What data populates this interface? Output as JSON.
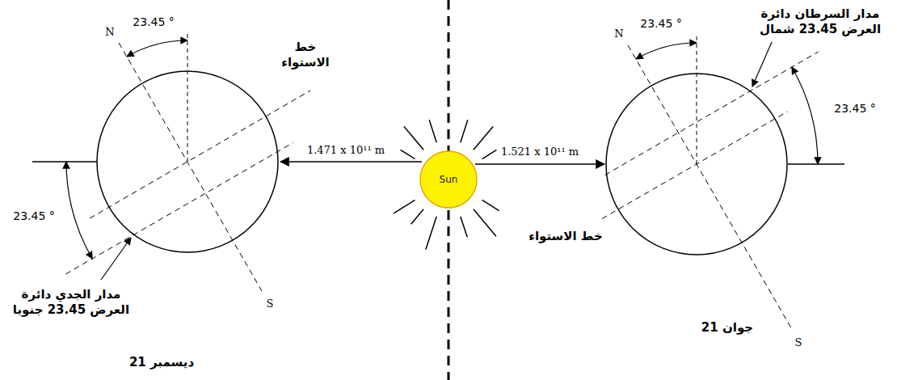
{
  "diagram": {
    "nodes": [
      {
        "text": [
          "Sun"
        ]
      }
    ],
    "labels": [
      "23.45 °",
      "خط الاستواء",
      "N",
      "23.45 °",
      "مدار الجدي دائرة العرض 23.45 جنوبا",
      "S",
      "21 ديسمبر",
      "1.471 x 10¹¹ m",
      "1.521 x 10¹¹ m",
      "مدار السرطان دائرة العرض 23.45 شمال",
      "N",
      "23.45 °",
      "23.45 °",
      "خط الاستواء",
      "S",
      "21 جوان"
    ]
  }
}
